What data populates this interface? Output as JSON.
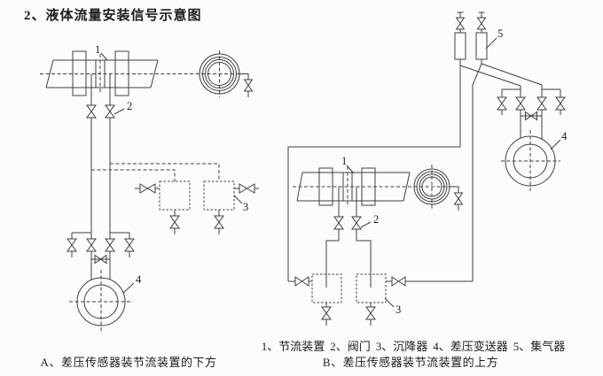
{
  "title": "2、液体流量安装信号示意图",
  "diagram_a": {
    "caption": "A、差压传感器装节流装置的下方",
    "callouts": {
      "orifice": "1",
      "valve": "2",
      "settler": "3",
      "transmitter": "4"
    }
  },
  "diagram_b": {
    "caption": "B、差压传感器装节流装置的上方",
    "callouts": {
      "orifice": "1",
      "valve": "2",
      "settler": "3",
      "transmitter": "4",
      "gas_collector": "5"
    }
  },
  "legend": {
    "items": [
      "1、节流装置",
      "2、阀门",
      "3、沉降器",
      "4、差压变送器",
      "5、集气器"
    ]
  },
  "colors": {
    "line": "#3f3f3f",
    "text": "#1c1c1c",
    "background": "#fcfcfc"
  }
}
